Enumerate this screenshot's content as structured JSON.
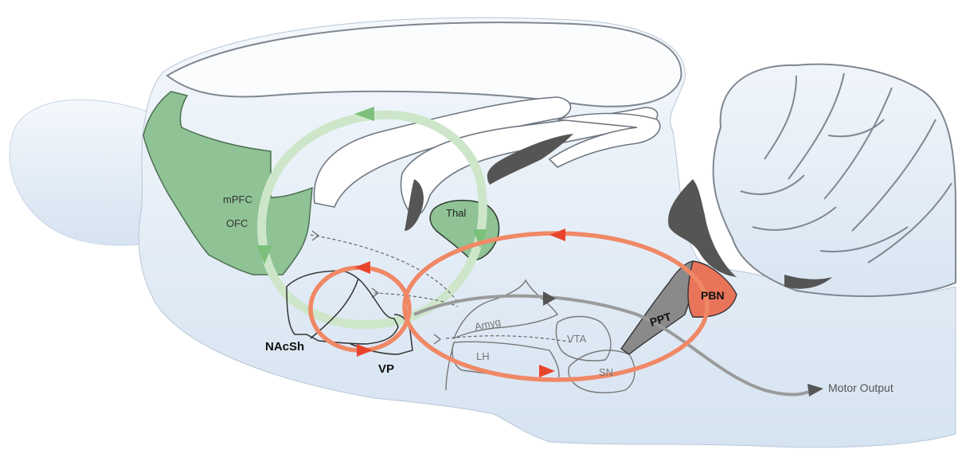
{
  "diagram": {
    "labels": {
      "mpfc": "mPFC",
      "ofc": "OFC",
      "thal": "Thal",
      "nacsh": "NAcSh",
      "vp": "VP",
      "amyg": "Amyg",
      "lh": "LH",
      "vta": "VTA",
      "sn": "SN",
      "ppt": "PPT",
      "pbn": "PBN",
      "motor_output": "Motor Output"
    },
    "colors": {
      "brain_fill": "#dfe9f5",
      "cortex_green": "#8fc396",
      "loop_green": "#cde6c9",
      "arrow_green": "#7cc07c",
      "loop_orange": "#f08866",
      "arrow_red": "#e8452c",
      "pbn_fill": "#e8745a",
      "ppt_fill": "#8a8a8a",
      "ventricle": "#555555",
      "motor_path": "#999999"
    }
  }
}
